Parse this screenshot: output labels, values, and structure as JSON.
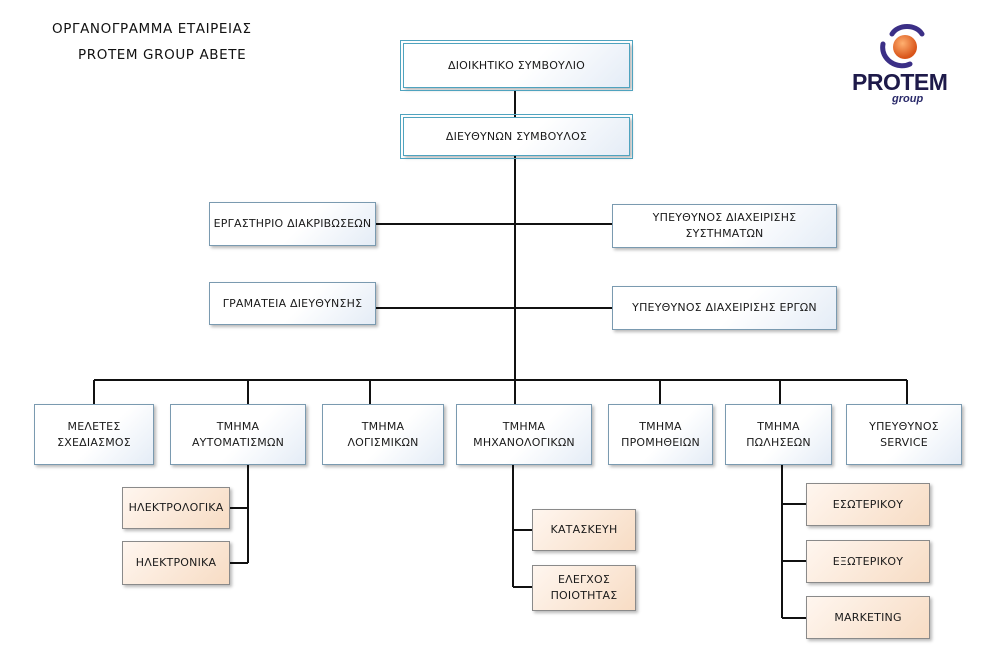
{
  "header": {
    "title_line1": "ΟΡΓΑΝΟΓΡΑΜΜΑ ΕΤΑΙΡΕΙΑΣ",
    "title_line2": "PROTEM GROUP ABETE"
  },
  "logo": {
    "name": "PROTEM",
    "tagline": "group"
  },
  "top": {
    "board": "ΔΙΟΙΚΗΤΙΚΟ ΣΥΜΒΟΥΛΙΟ",
    "ceo": "ΔΙΕΥΘΥΝΩΝ ΣΥΜΒΟΥΛΟΣ"
  },
  "staff": {
    "lab": "ΕΡΓΑΣΤΗΡΙΟ ΔΙΑΚΡΙΒΩΣΕΩΝ",
    "systems": "ΥΠΕΥΘΥΝΟΣ ΔΙΑΧΕΙΡΙΣΗΣ ΣΥΣΤΗΜΑΤΩΝ",
    "secretariat": "ΓΡΑΜΑΤΕΙΑ ΔΙΕΥΘΥΝΣΗΣ",
    "projects": "ΥΠΕΥΘΥΝΟΣ ΔΙΑΧΕΙΡΙΣΗΣ ΕΡΓΩΝ"
  },
  "departments": {
    "studies": "ΜΕΛΕΤΕΣ\nΣΧΕΔΙΑΣΜΟΣ",
    "automation": "ΤΜΗΜΑ\nΑΥΤΟΜΑΤΙΣΜΩΝ",
    "software": "ΤΜΗΜΑ\nΛΟΓΙΣΜΙΚΩΝ",
    "mechanical": "ΤΜΗΜΑ\nΜΗΧΑΝΟΛΟΓΙΚΩΝ",
    "procurement": "ΤΜΗΜΑ\nΠΡΟΜΗΘΕΙΩΝ",
    "sales": "ΤΜΗΜΑ\nΠΩΛΗΣΕΩΝ",
    "service": "ΥΠΕΥΘΥΝΟΣ\nSERVICE"
  },
  "sub_units": {
    "electrical": "ΗΛΕΚΤΡΟΛΟΓΙΚΑ",
    "electronics": "ΗΛΕΚΤΡΟΝΙΚΑ",
    "construction": "ΚΑΤΑΣΚΕΥΗ",
    "quality": "ΕΛΕΓΧΟΣ\nΠΟΙΟΤΗΤΑΣ",
    "domestic": "ΕΣΩΤΕΡΙΚΟΥ",
    "export": "ΕΞΩΤΕΡΙΚΟΥ",
    "marketing": "MARKETING"
  },
  "colors": {
    "line": "#111111",
    "box_border": "#7a9ab0",
    "top_border": "#4fa3bf",
    "sub_fill": "#f7dcc4",
    "logo_orange": "#e8742a",
    "logo_purple": "#3b2f86"
  }
}
